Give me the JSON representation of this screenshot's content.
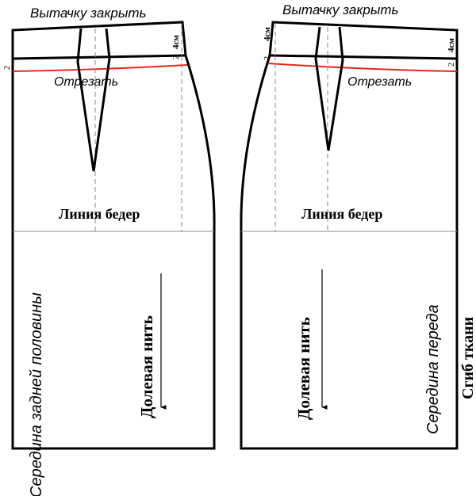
{
  "back_piece": {
    "dart_label": "Вытачку закрыть",
    "cut_label": "Отрезать",
    "hip_line_label": "Линия бедер",
    "grain_label": "Долевая нить",
    "center_label": "Середина задней половины",
    "measure_left_2": "2",
    "measure_right_4": "4см",
    "measure_right_2": "2"
  },
  "front_piece": {
    "dart_label": "Вытачку закрыть",
    "cut_label": "Отрезать",
    "hip_line_label": "Линия бедер",
    "grain_label": "Долевая нить",
    "center_label": "Середина переда",
    "fold_label": "Сгиб ткани",
    "measure_left_4": "4см",
    "measure_left_2": "2",
    "measure_right_4": "4см",
    "measure_right_2": "2"
  },
  "colors": {
    "outline": "#000000",
    "cut_line": "#e8261a",
    "guide_line": "#888888"
  }
}
